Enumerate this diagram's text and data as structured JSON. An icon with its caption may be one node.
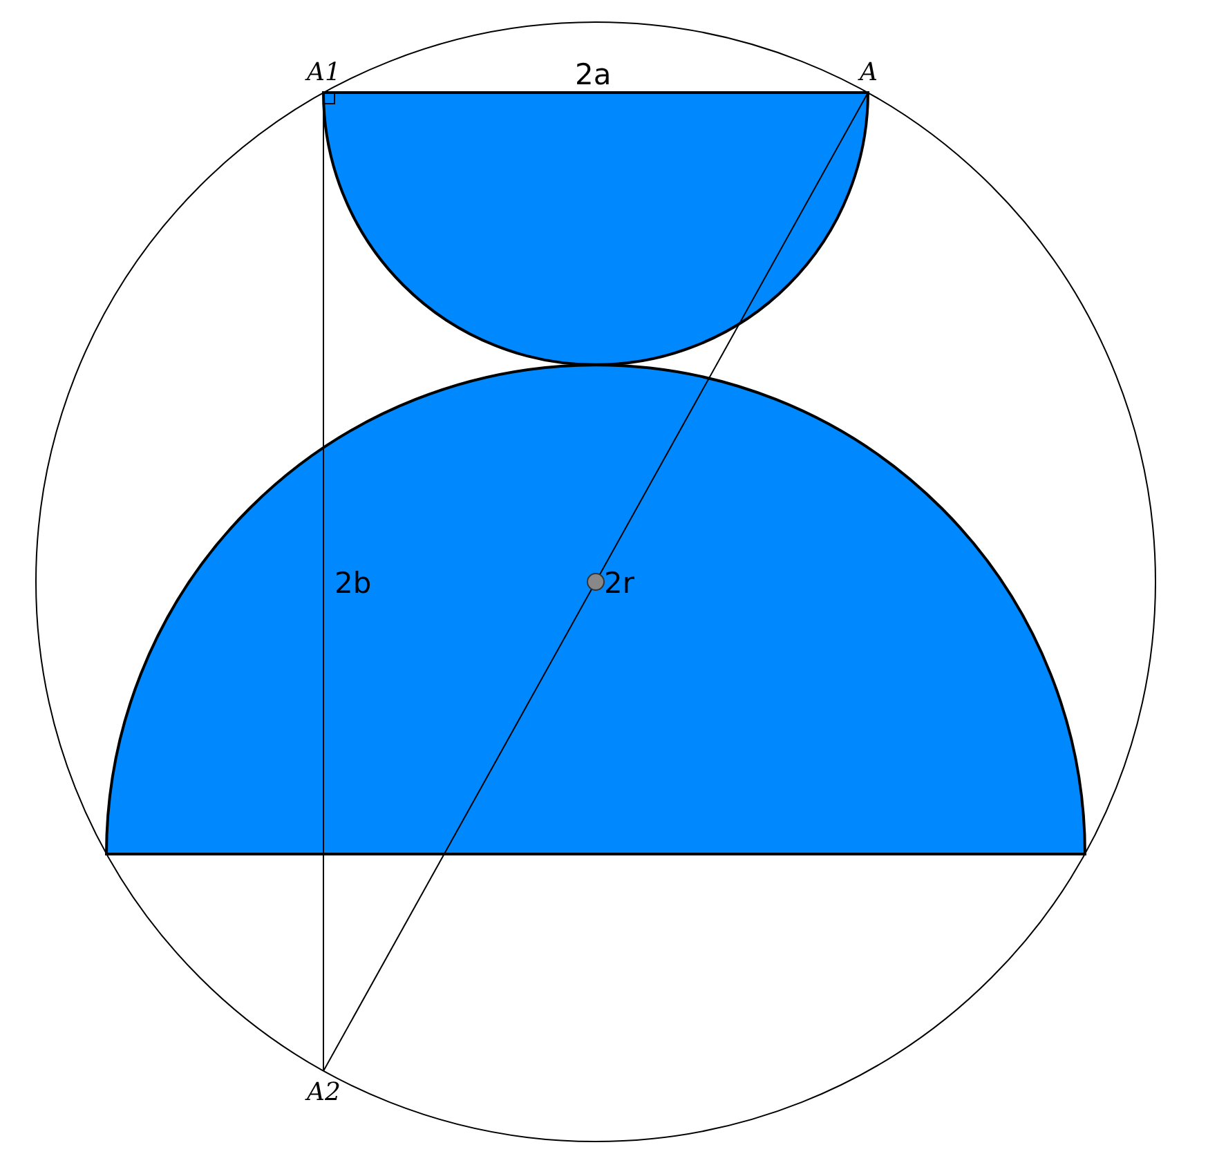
{
  "diagram": {
    "labels": [
      "A1",
      "2a",
      "A",
      "2b",
      "2r",
      "A2"
    ]
  }
}
